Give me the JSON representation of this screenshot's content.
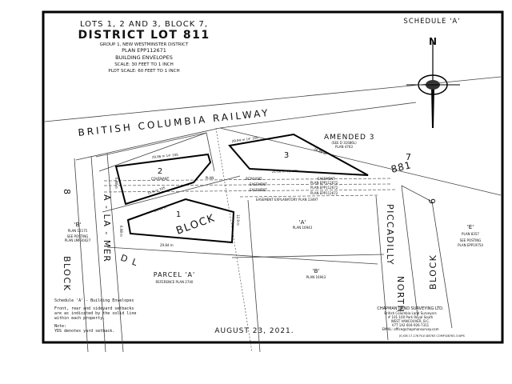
{
  "title": {
    "line1": "LOTS 1, 2 AND 3, BLOCK 7,",
    "line2": "DISTRICT LOT 811",
    "line3": "GROUP 1, NEW WESTMINSTER DISTRICT",
    "line4": "PLAN EPP112671",
    "line5": "BUILDING ENVELOPES",
    "scale": "SCALE: 30 FEET TO 1 INCH",
    "plot_scale": "PLOT SCALE: 60 FEET TO 1 INCH"
  },
  "schedule": "SCHEDULE 'A'",
  "north_arrow_label": "N",
  "railway": "BRITISH COLUMBIA RAILWAY",
  "amended": {
    "title": "AMENDED 3",
    "sub1": "(SEE D 31686L)",
    "sub2": "PLAN 4763"
  },
  "block7": {
    "num": "7",
    "dl": "881"
  },
  "lots": {
    "lot1": "1",
    "lot1_block": "BLOCK",
    "lot2": "2",
    "covenant": "COVENANT",
    "plan": "PLAN",
    "lot3": "3",
    "bcp": "BCP44085"
  },
  "easements": {
    "e1": "EASEMENT",
    "e1_plan": "PLAN EPP112672",
    "e2": "EASEMENT",
    "e2_plan": "PLAN EPP112672",
    "e3": "EASEMENT",
    "e3_plan": "PLAN EPP112672",
    "explanatory": "EASEMENT EXPLANATORY PLAN 13497"
  },
  "roads": {
    "alamer": "A - LA - MER",
    "dl": "D L",
    "piccadilly": "PICCADILLY",
    "north": "NORTH"
  },
  "blocks": {
    "block8_num": "8",
    "block8": "BLOCK",
    "block6_num": "6",
    "block6": "BLOCK"
  },
  "parcels": {
    "b_left": {
      "name": "'B'",
      "plan": "PLAN 12175",
      "see": "SEE POSTING",
      "see_plan": "PLAN LMP30427"
    },
    "a": {
      "name": "'A'",
      "plan": "PLAN 16943"
    },
    "b": {
      "name": "'B'",
      "plan": "PLAN 16943"
    },
    "e": {
      "name": "'E'",
      "plan": "PLAN 8357",
      "see": "SEE POSTING",
      "see_plan": "PLAN EPP19754"
    },
    "parcel_a": {
      "name": "PARCEL 'A'",
      "ref": "REFERENCE PLAN 2740"
    }
  },
  "dims": {
    "d1": "29.86  m 14' 10S",
    "d2": "6.98 m",
    "d3": "15.9  m 20S",
    "d4": "28.92 m",
    "d5": "29.84 m 14' 10S",
    "d6": "21.00  m 46' 10S",
    "d7": "28.88 m",
    "d8": "29.84 m",
    "d9": "12.9 m",
    "d10": "6.98 m"
  },
  "notes": {
    "schedule": "Schedule 'A' - Building Envelopes",
    "n1": "Front, rear and sideyard setbacks",
    "n2": "are as indicated by the solid line",
    "n3": "within each property.",
    "note_label": "Note:",
    "note": "YDS denotes yard setback."
  },
  "date": "AUGUST 23, 2021.",
  "surveyor": {
    "name": "CHAPMAN LAND SURVEYING LTD.",
    "l1": "British Columbia Land Surveyors",
    "l2": "# 101-100 Park Royal South",
    "l3": "WEST VANCOUVER, B.C.",
    "l4": "V7T 1A2  604-926-7311",
    "l5": "EMAIL: office@chapmansurvey.com",
    "footer": "JS   JOB 17-178   FILE:D8763   COMP:D8763-3.WPS"
  }
}
